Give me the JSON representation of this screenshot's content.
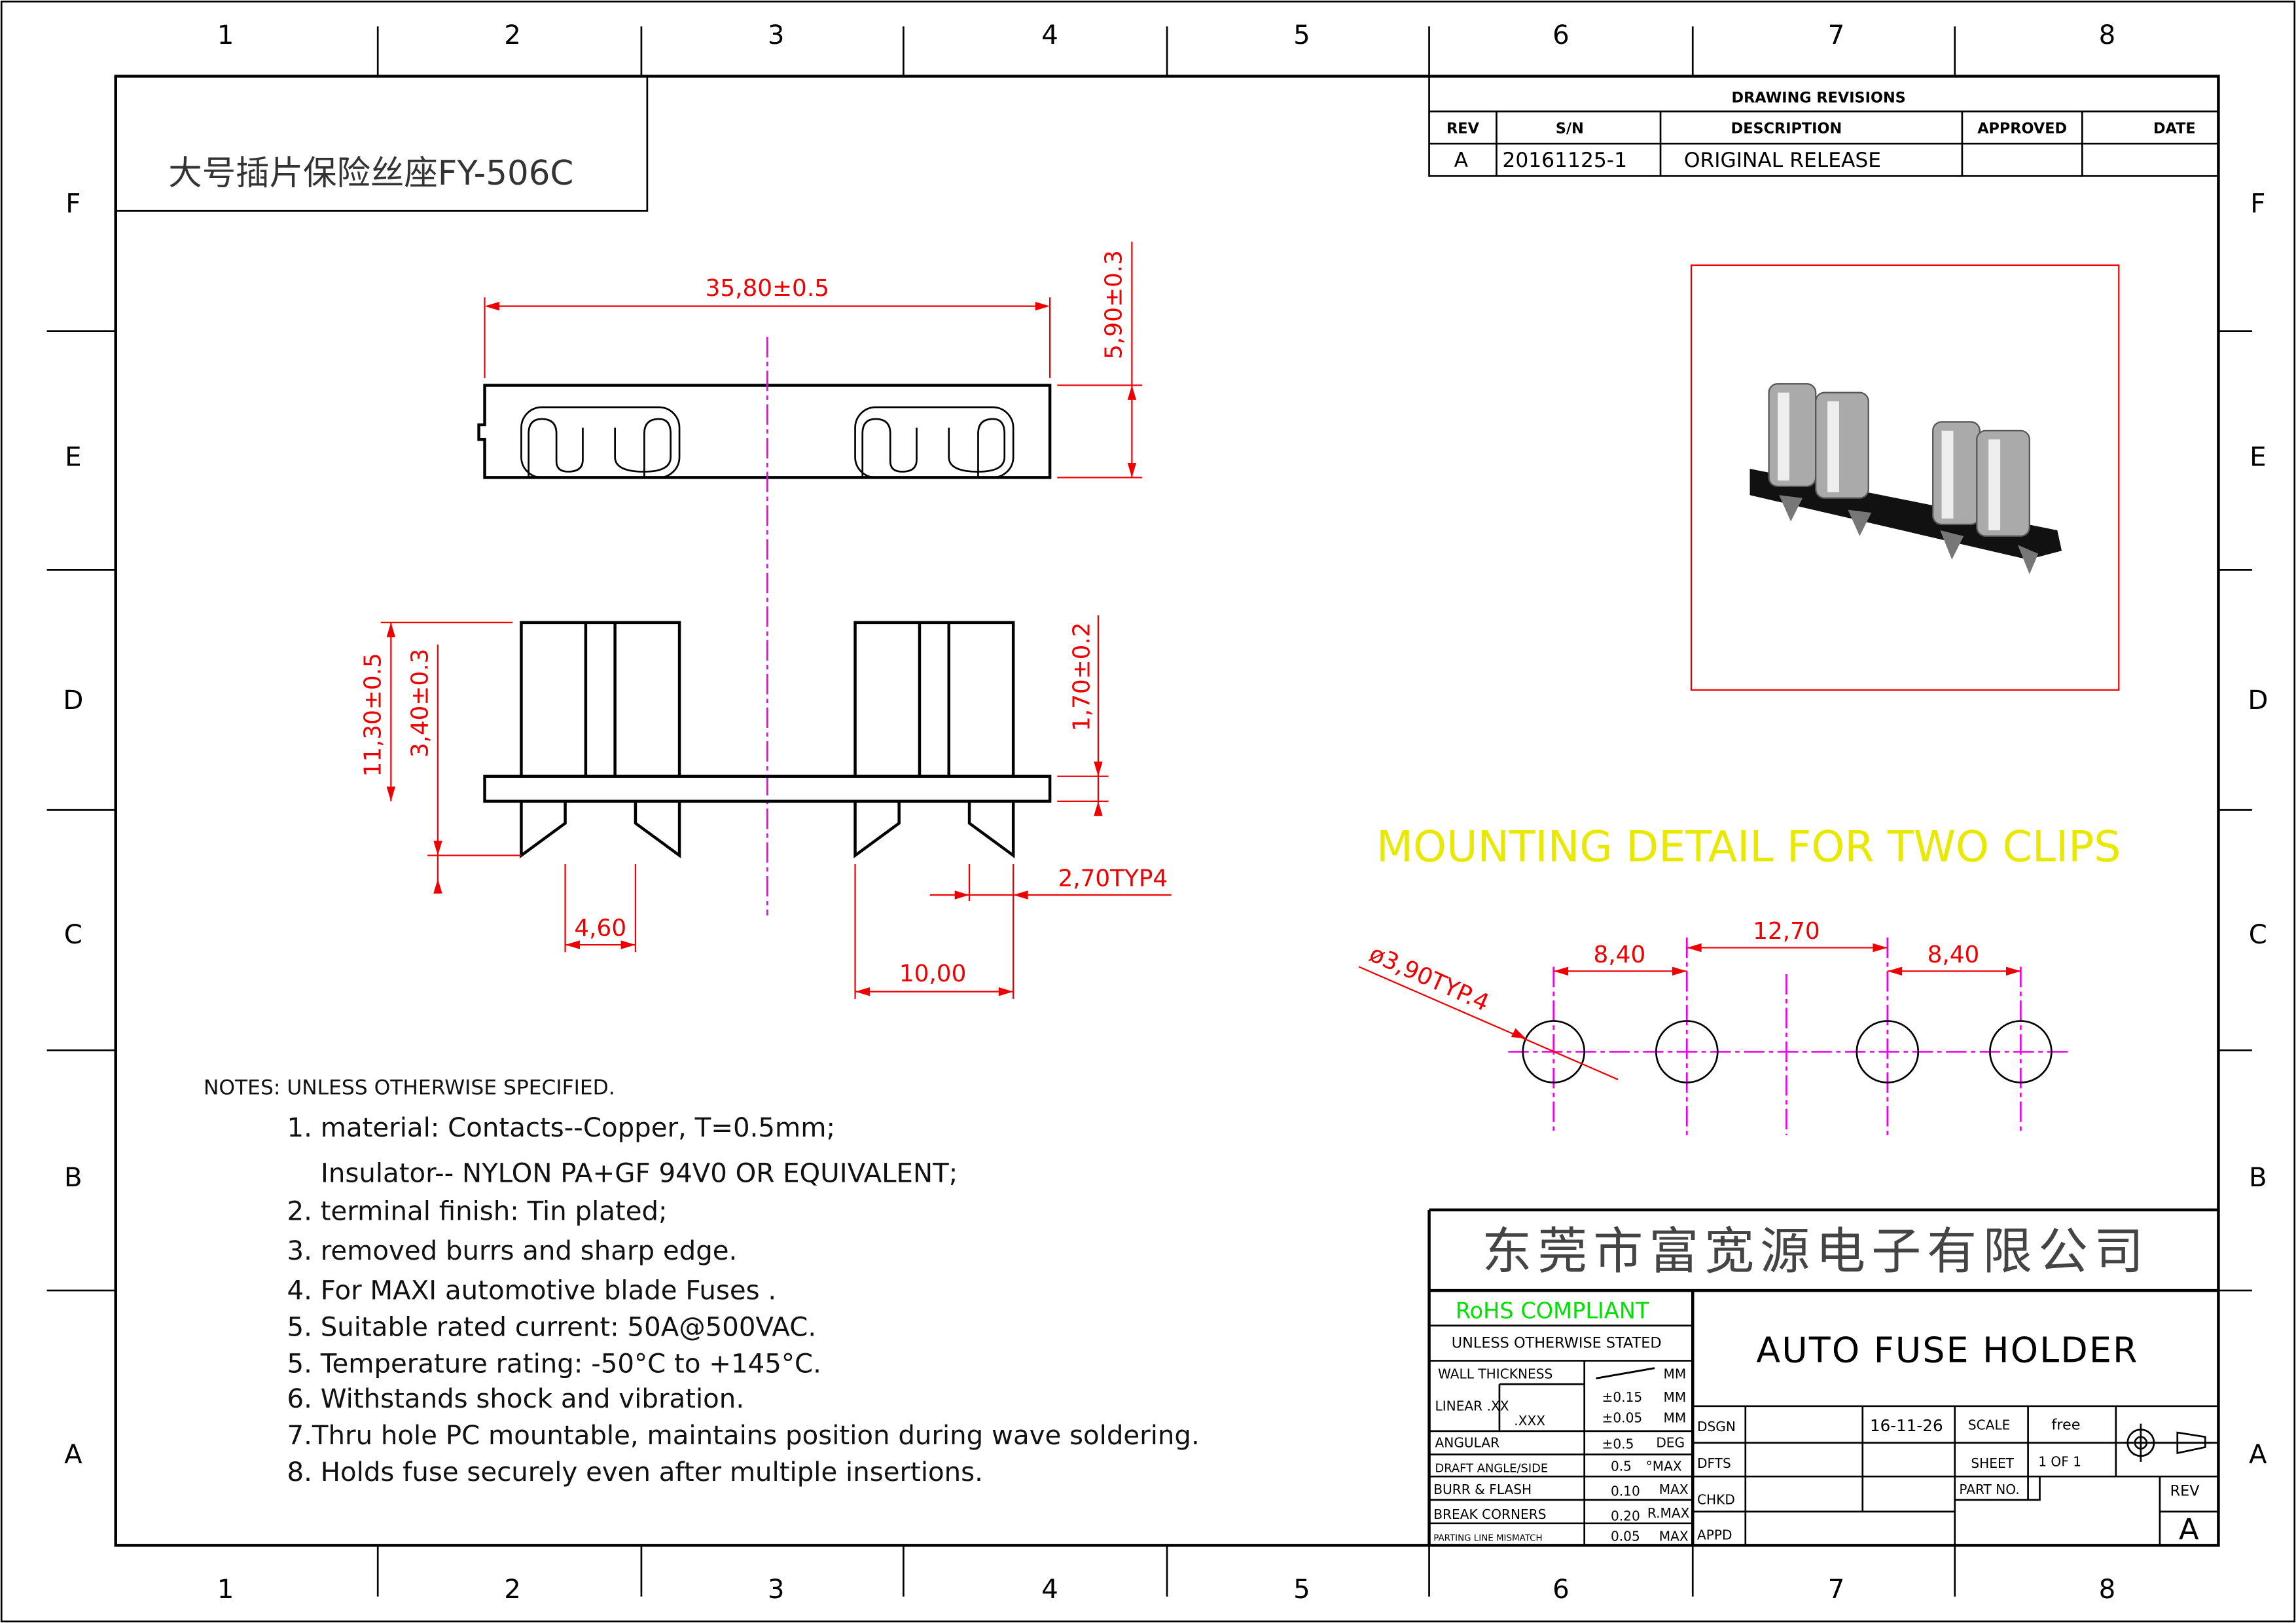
{
  "frame": {
    "cols": [
      "1",
      "2",
      "3",
      "4",
      "5",
      "6",
      "7",
      "8"
    ],
    "rows": [
      "F",
      "E",
      "D",
      "C",
      "B",
      "A"
    ]
  },
  "title_cn": "大号插片保险丝座FY-506C",
  "revisions": {
    "header": "DRAWING  REVISIONS",
    "cols": [
      "REV",
      "S/N",
      "DESCRIPTION",
      "APPROVED",
      "DATE"
    ],
    "row": [
      "A",
      "20161125-1",
      "ORIGINAL RELEASE",
      "",
      ""
    ]
  },
  "dims": {
    "length": "35,80±0.5",
    "height_top": "5,90±0.3",
    "total_h": "11,30±0.5",
    "pin_h": "3,40±0.3",
    "base_t": "1,70±0.2",
    "pin_w": "2,70TYP4",
    "pin_gap": "4,60",
    "pitch": "10,00",
    "hole_a": "8,40",
    "hole_mid": "12,70",
    "hole_b": "8,40",
    "hole_dia": "ø3,90TYP.4"
  },
  "mounting_title": "MOUNTING DETAIL FOR TWO CLIPS",
  "notes": {
    "header": "NOTES:  UNLESS  OTHERWISE  SPECIFIED.",
    "items": [
      "1. material: Contacts--Copper, T=0.5mm;",
      "Insulator-- NYLON  PA+GF 94V0 OR EQUIVALENT;",
      "2. terminal finish: Tin plated;",
      "3. removed burrs and sharp edge.",
      "4. For MAXI automotive blade Fuses .",
      "5. Suitable rated current: 50A@500VAC.",
      "5. Temperature rating: -50°C to +145°C.",
      "6. Withstands shock and vibration.",
      "7.Thru hole PC mountable, maintains  position  during  wave  soldering.",
      "8. Holds fuse securely even  after  multiple  insertions."
    ]
  },
  "title_block": {
    "company": "东莞市富宽源电子有限公司",
    "rohs": "RoHS COMPLIANT",
    "unless": "UNLESS OTHERWISE STATED",
    "title": "AUTO  FUSE  HOLDER",
    "tol": [
      [
        "WALL THICKNESS",
        "",
        "MM"
      ],
      [
        "LINEAR .XX",
        "±0.15",
        "MM"
      ],
      [
        ".XXX",
        "±0.05",
        "MM"
      ],
      [
        "ANGULAR",
        "±0.5",
        "DEG"
      ],
      [
        "DRAFT ANGLE/SIDE",
        "0.5",
        "°MAX"
      ],
      [
        "BURR & FLASH",
        "0.10",
        "MAX"
      ],
      [
        "BREAK   CORNERS",
        "0.20",
        "R.MAX"
      ],
      [
        "PARTING LINE MISMATCH",
        "0.05",
        "MAX"
      ]
    ],
    "dsgn": "DSGN",
    "dfts": "DFTS",
    "chkd": "CHKD",
    "appd": "APPD",
    "date": "16-11-26",
    "scale_label": "SCALE",
    "scale": "free",
    "sheet_label": "SHEET",
    "sheet": "1  OF  1",
    "part_label": "PART NO.",
    "rev_label": "REV",
    "rev": "A"
  },
  "colors": {
    "dim": "#e00000",
    "center": "#e000e0",
    "mounting": "#e8e800",
    "rohs": "#00e000"
  }
}
